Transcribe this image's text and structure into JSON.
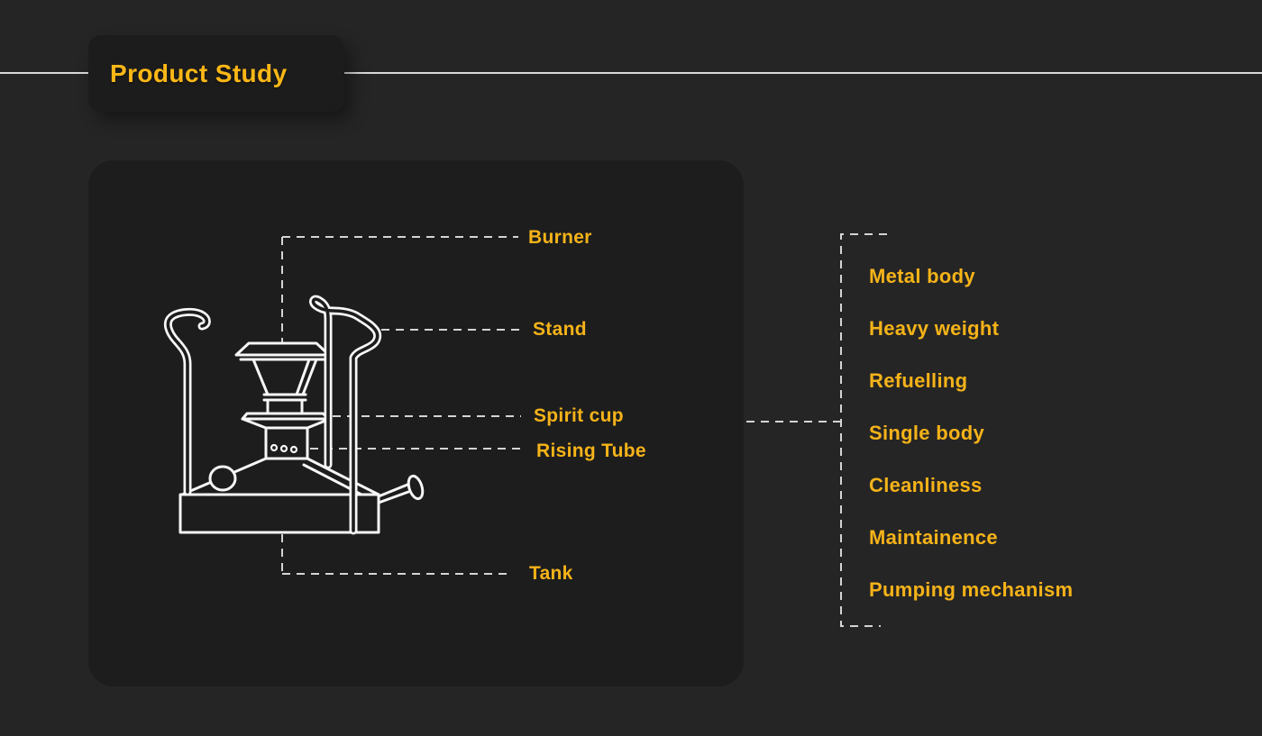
{
  "page": {
    "title": "Product Study"
  },
  "stove_diagram": {
    "illustration": "spirit-pressure-stove-line-drawing",
    "part_labels": [
      {
        "label": "Burner"
      },
      {
        "label": "Stand"
      },
      {
        "label": "Spirit cup"
      },
      {
        "label": "Rising Tube"
      },
      {
        "label": "Tank"
      }
    ]
  },
  "attribute_list": {
    "items": [
      {
        "label": "Metal body"
      },
      {
        "label": "Heavy weight"
      },
      {
        "label": "Refuelling"
      },
      {
        "label": "Single body"
      },
      {
        "label": "Cleanliness"
      },
      {
        "label": "Maintainence"
      },
      {
        "label": "Pumping mechanism"
      }
    ]
  },
  "colors": {
    "accent_yellow": "#f5b319",
    "title_yellow": "#fcb716",
    "background": "#262525",
    "panel": "#1d1d1d",
    "rule_line": "#d9d9d9",
    "dashed_line": "#d4d4d4",
    "drawing_stroke": "#f7f7f7"
  }
}
